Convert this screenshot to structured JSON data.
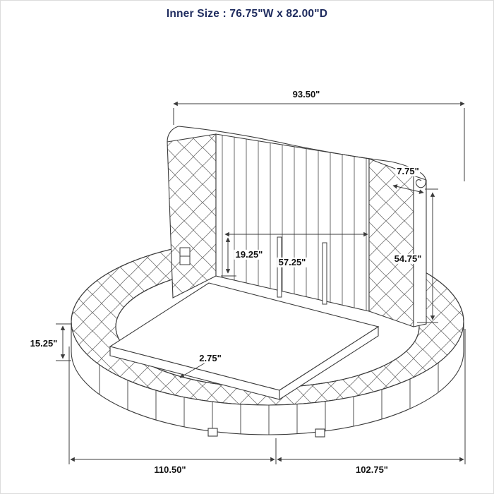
{
  "title": "Inner Size : 76.75\"W x 82.00\"D",
  "colors": {
    "title_text": "#1e2b5e",
    "line": "#3c3c3c",
    "label_text": "#111111"
  },
  "dimensions": {
    "top_width": "93.50\"",
    "scroll_depth": "7.75\"",
    "headboard_height": "54.75\"",
    "platform_height": "19.25\"",
    "inner_width": "57.25\"",
    "side_rail_height": "15.25\"",
    "platform_thickness": "2.75\"",
    "bottom_left_width": "110.50\"",
    "bottom_right_width": "102.75\""
  }
}
